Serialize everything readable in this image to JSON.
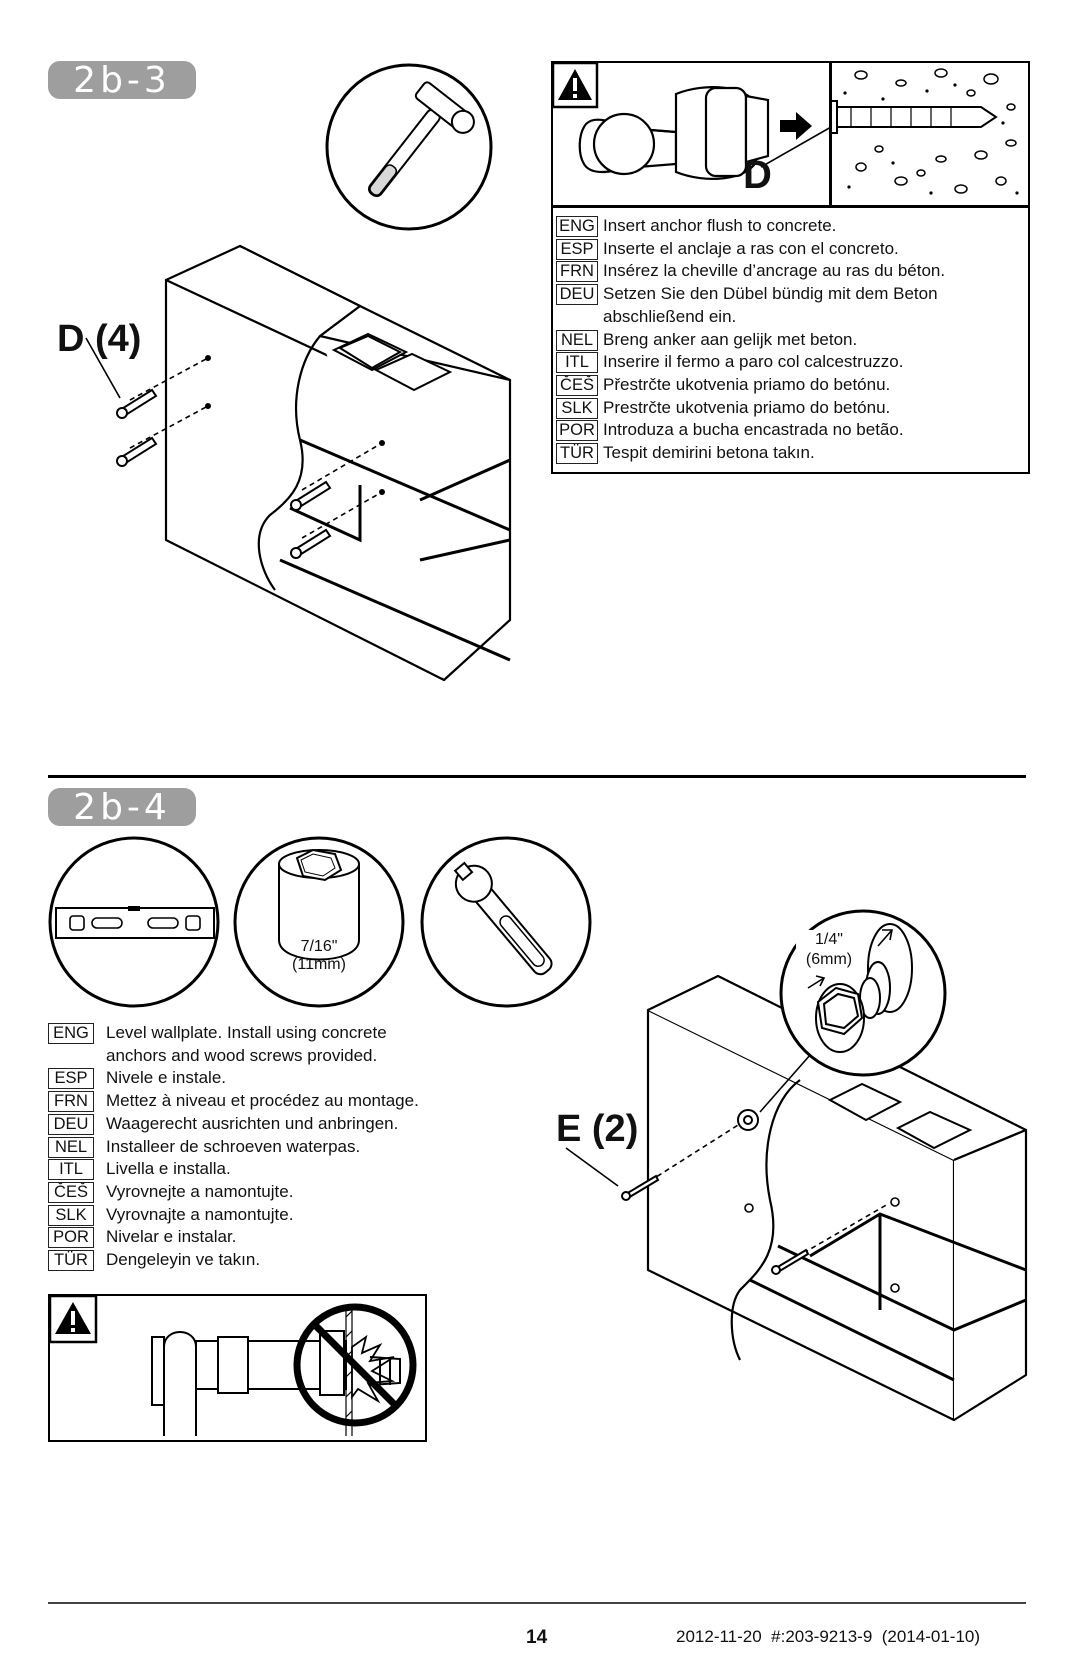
{
  "step_a": {
    "badge": "2b-3",
    "callout": "D (4)",
    "warning_detail_letter": "D",
    "instructions": [
      {
        "code": "ENG",
        "text": "Insert anchor flush to concrete."
      },
      {
        "code": "ESP",
        "text": "Inserte el anclaje a ras con el concreto."
      },
      {
        "code": "FRN",
        "text": "Insérez la cheville d’ancrage au ras du béton."
      },
      {
        "code": "DEU",
        "text": "Setzen Sie den Dübel bündig mit dem Beton\nabschließend ein."
      },
      {
        "code": "NEL",
        "text": "Breng anker aan gelijk met beton."
      },
      {
        "code": "ITL",
        "text": "Inserire il fermo a paro col calcestruzzo."
      },
      {
        "code": "ČEŠ",
        "text": "Přestrčte ukotvenia priamo do betónu."
      },
      {
        "code": "SLK",
        "text": "Prestrčte ukotvenia priamo do betónu."
      },
      {
        "code": "POR",
        "text": "Introduza a bucha encastrada no betão."
      },
      {
        "code": "TÜR",
        "text": "Tespit demirini betona takın."
      }
    ]
  },
  "step_b": {
    "badge": "2b-4",
    "callout": "E (2)",
    "socket_size": "7/16\"",
    "socket_size_metric": "(11mm)",
    "gap_size": "1/4\"",
    "gap_size_metric": "(6mm)",
    "instructions": [
      {
        "code": "ENG",
        "text": "Level wallplate. Install using concrete\nanchors and wood screws provided."
      },
      {
        "code": "ESP",
        "text": "Nivele e instale."
      },
      {
        "code": "FRN",
        "text": "Mettez à niveau et procédez au montage."
      },
      {
        "code": "DEU",
        "text": "Waagerecht ausrichten und anbringen."
      },
      {
        "code": "NEL",
        "text": "Installeer de schroeven waterpas."
      },
      {
        "code": "ITL",
        "text": "Livella e installa."
      },
      {
        "code": "ČEŠ",
        "text": "Vyrovnejte a namontujte."
      },
      {
        "code": "SLK",
        "text": "Vyrovnajte a namontujte."
      },
      {
        "code": "POR",
        "text": "Nivelar e instalar."
      },
      {
        "code": "TÜR",
        "text": "Dengeleyin ve takın."
      }
    ]
  },
  "footer": {
    "page_number": "14",
    "doc_code": "2012-11-20  #:203-9213-9  (2014-01-10)"
  },
  "icons": [
    "hammer-icon",
    "warning-icon",
    "level-icon",
    "socket-icon",
    "ratchet-icon",
    "prohibited-icon"
  ]
}
